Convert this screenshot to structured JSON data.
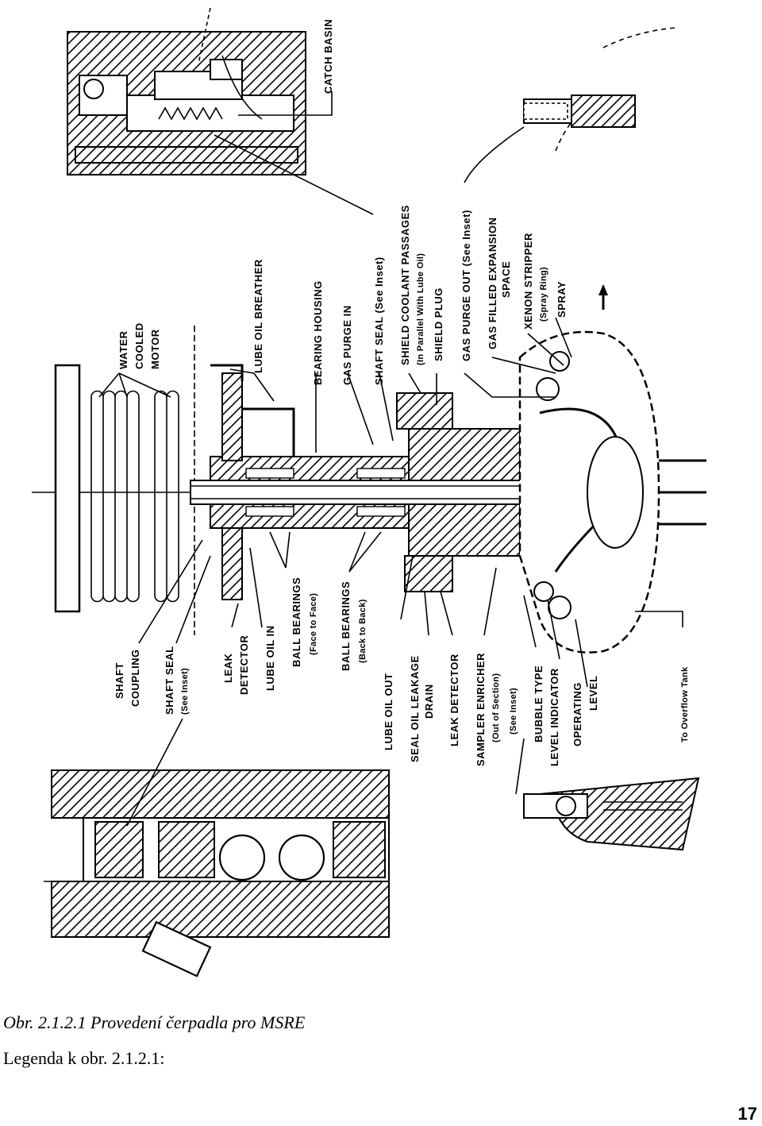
{
  "figure": {
    "labels": {
      "catch_basin": "CATCH BASIN",
      "water_cooled_motor": [
        "WATER",
        "COOLED",
        "MOTOR"
      ],
      "lube_oil_breather": "LUBE OIL BREATHER",
      "bearing_housing": "BEARING HOUSING",
      "gas_purge_in": "GAS PURGE IN",
      "shaft_seal_top": "SHAFT SEAL (See Inset)",
      "shield_coolant_passages": [
        "SHIELD COOLANT PASSAGES",
        "(In Parallel With Lube Oil)"
      ],
      "shield_plug": "SHIELD PLUG",
      "gas_purge_out": "GAS PURGE OUT (See Inset)",
      "gas_filled_expansion_space": [
        "GAS FILLED EXPANSION",
        "SPACE"
      ],
      "xenon_stripper": [
        "XENON STRIPPER",
        "(Spray Ring)"
      ],
      "spray": "SPRAY",
      "shaft_coupling": [
        "SHAFT",
        "COUPLING"
      ],
      "shaft_seal_bottom": [
        "SHAFT SEAL",
        "(See Inset)"
      ],
      "leak_detector_left": [
        "LEAK",
        "DETECTOR"
      ],
      "lube_oil_in": "LUBE OIL IN",
      "ball_bearings_face": [
        "BALL BEARINGS",
        "(Face to Face)"
      ],
      "ball_bearings_back": [
        "BALL BEARINGS",
        "(Back to Back)"
      ],
      "lube_oil_out": "LUBE OIL OUT",
      "seal_oil_leakage_drain": [
        "SEAL OIL LEAKAGE",
        "DRAIN"
      ],
      "leak_detector_right": "LEAK DETECTOR",
      "sampler_enricher": [
        "SAMPLER ENRICHER",
        "(Out of Section)",
        "(See Inset)"
      ],
      "bubble_type_level_indicator": [
        "BUBBLE TYPE",
        "LEVEL INDICATOR"
      ],
      "operating_level": [
        "OPERATING",
        "LEVEL"
      ],
      "to_overflow_tank": "To Overflow Tank"
    }
  },
  "caption": "Obr. 2.1.2.1 Provedení čerpadla pro MSRE",
  "legend_heading": "Legenda k obr. 2.1.2.1:",
  "page_number": "17"
}
